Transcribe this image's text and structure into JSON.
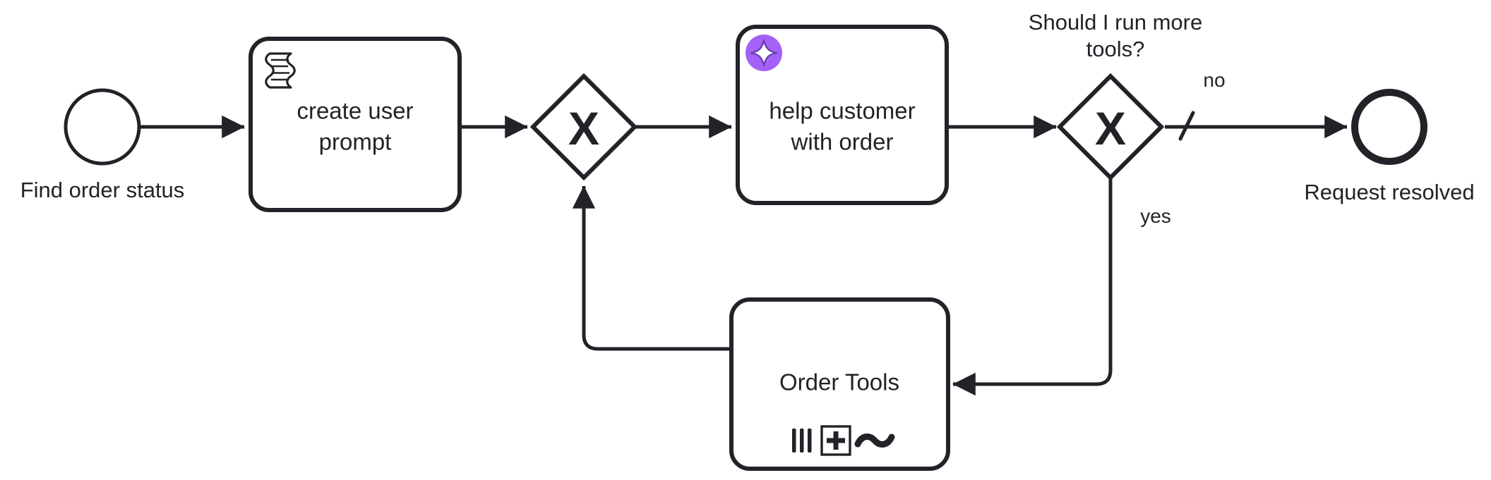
{
  "diagram": {
    "type": "bpmn-process-flow",
    "background": "#ffffff",
    "stroke_color": "#222228",
    "accent_color": "#a461f5",
    "start_event": {
      "name": "start-event",
      "label": "Find order status",
      "shape": "circle-thin"
    },
    "end_event": {
      "name": "end-event",
      "label": "Request resolved",
      "shape": "circle-thick"
    },
    "tasks": [
      {
        "id": "create-user-prompt",
        "label_line1": "create user",
        "label_line2": "prompt",
        "marker": "script-task-icon"
      },
      {
        "id": "help-customer-with-order",
        "label_line1": "help customer",
        "label_line2": "with order",
        "marker": "ai-sparkle-icon",
        "marker_color": "#a461f5"
      },
      {
        "id": "order-tools",
        "label_line1": "Order Tools",
        "label_line2": "",
        "markers": [
          "parallel-multi-instance-icon",
          "sub-process-expand-icon",
          "ad-hoc-icon"
        ]
      }
    ],
    "gateways": [
      {
        "id": "merge-gateway",
        "symbol": "X",
        "type": "exclusive",
        "question": ""
      },
      {
        "id": "more-tools-gateway",
        "symbol": "X",
        "type": "exclusive",
        "question_line1": "Should I run more",
        "question_line2": "tools?"
      }
    ],
    "flow_labels": {
      "no": "no",
      "yes": "yes"
    }
  }
}
